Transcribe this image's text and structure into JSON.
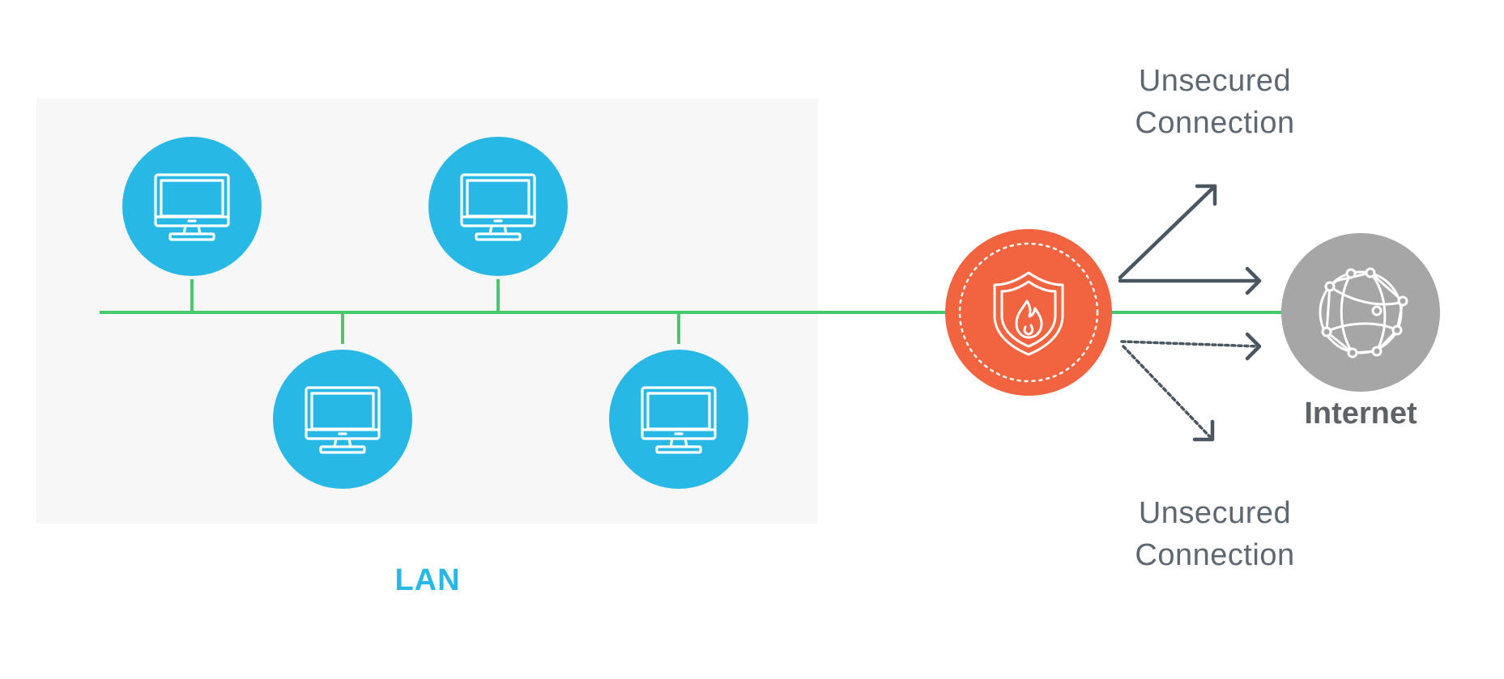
{
  "lan": {
    "label": "LAN",
    "color": "#27b8e6",
    "panel_color": "#f7f7f8",
    "computers": [
      {
        "name": "computer-1",
        "icon": "monitor-icon"
      },
      {
        "name": "computer-2",
        "icon": "monitor-icon"
      },
      {
        "name": "computer-3",
        "icon": "monitor-icon"
      },
      {
        "name": "computer-4",
        "icon": "monitor-icon"
      }
    ]
  },
  "firewall": {
    "icon": "shield-fire-icon",
    "color": "#f26440"
  },
  "internet": {
    "label": "Internet",
    "icon": "globe-network-icon",
    "color": "#a6a6a6"
  },
  "connections": {
    "top_label_line1": "Unsecured",
    "top_label_line2": "Connection",
    "bottom_label_line1": "Unsecured",
    "bottom_label_line2": "Connection",
    "arrow_color": "#4a5660"
  },
  "network_line_color": "#46c96a"
}
